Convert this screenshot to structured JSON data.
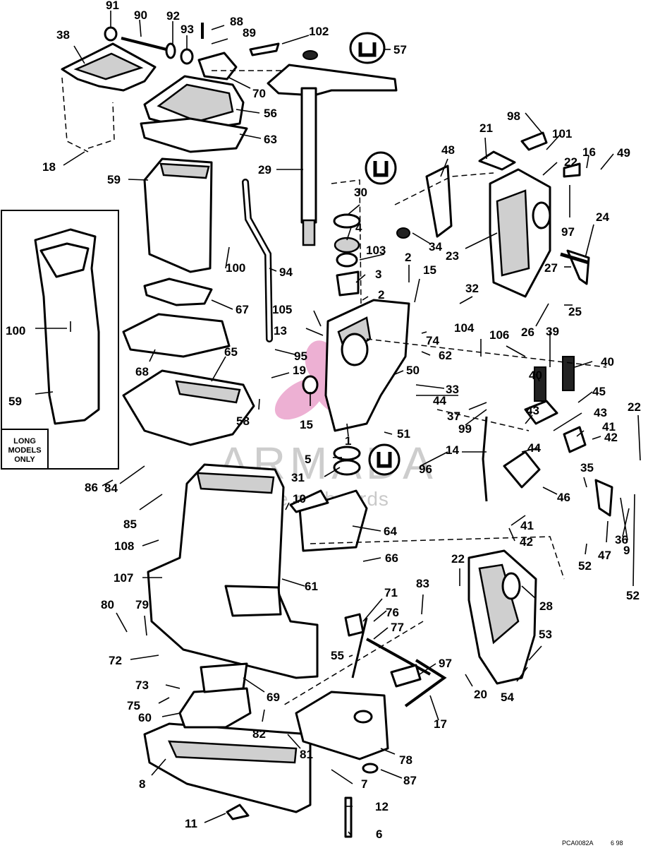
{
  "drawing_code": "PCA0082A",
  "drawing_date": "6 98",
  "inset_label_line1": "LONG",
  "inset_label_line2": "MODELS",
  "inset_label_line3": "ONLY",
  "watermark_brand": "ARMADA",
  "watermark_tagline": "marine outboards",
  "watermark_color": "#e070b0",
  "callouts": [
    "1",
    "2",
    "2",
    "3",
    "4",
    "5",
    "6",
    "7",
    "8",
    "9",
    "10",
    "11",
    "12",
    "13",
    "14",
    "15",
    "15",
    "16",
    "17",
    "18",
    "19",
    "20",
    "21",
    "22",
    "22",
    "22",
    "23",
    "24",
    "25",
    "26",
    "27",
    "28",
    "29",
    "30",
    "31",
    "32",
    "33",
    "34",
    "35",
    "36",
    "37",
    "38",
    "39",
    "40",
    "40",
    "41",
    "41",
    "42",
    "42",
    "43",
    "43",
    "44",
    "44",
    "45",
    "46",
    "47",
    "48",
    "49",
    "50",
    "51",
    "52",
    "52",
    "53",
    "54",
    "55",
    "56",
    "57",
    "58",
    "59",
    "59",
    "60",
    "61",
    "62",
    "63",
    "64",
    "65",
    "66",
    "67",
    "68",
    "69",
    "70",
    "71",
    "72",
    "73",
    "74",
    "75",
    "76",
    "77",
    "78",
    "79",
    "80",
    "81",
    "82",
    "83",
    "84",
    "85",
    "86",
    "87",
    "88",
    "89",
    "90",
    "91",
    "92",
    "93",
    "94",
    "95",
    "96",
    "97",
    "97",
    "98",
    "99",
    "100",
    "100",
    "101",
    "102",
    "103",
    "104",
    "105",
    "106",
    "107",
    "108"
  ]
}
